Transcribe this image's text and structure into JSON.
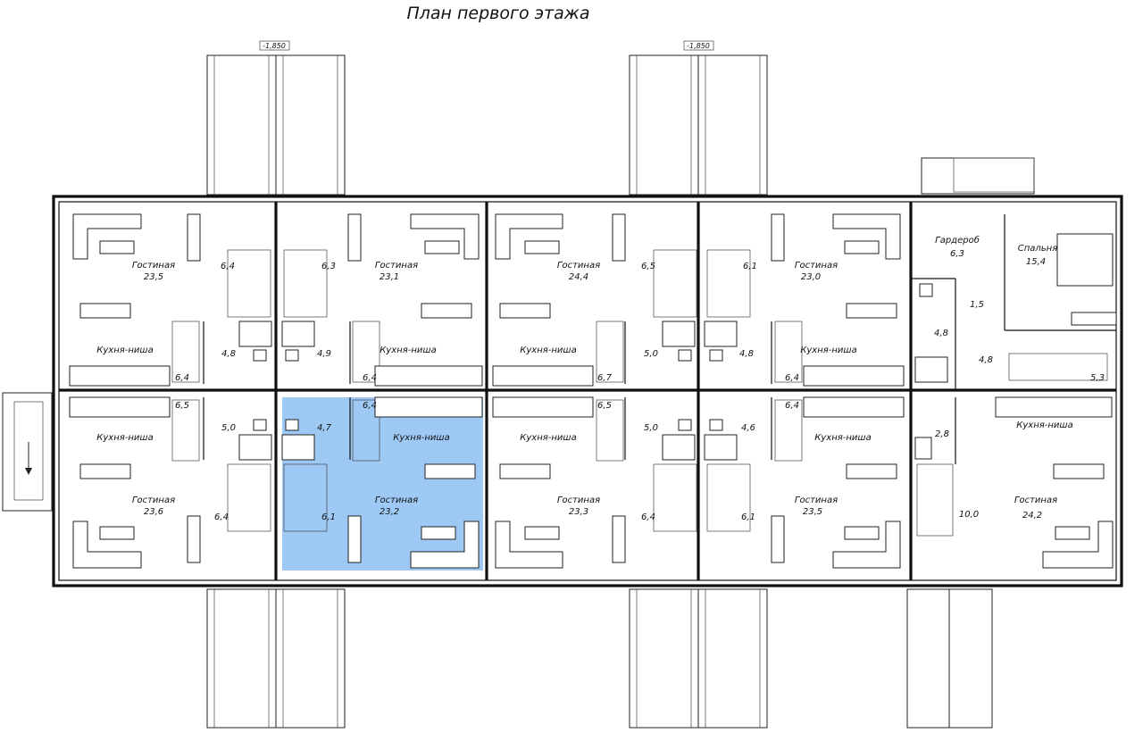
{
  "title": "План первого этажа",
  "levels": [
    "-1,850",
    "-1,850"
  ],
  "highlight_color": "#9ec9f5",
  "units": [
    {
      "name": "Гостиная",
      "area": "23,5"
    },
    {
      "name": "Гостиная",
      "area": "23,1"
    },
    {
      "name": "Гостиная",
      "area": "24,4"
    },
    {
      "name": "Гостиная",
      "area": "23,0"
    },
    {
      "name": "Гостиная",
      "area": "23,6"
    },
    {
      "name": "Гостиная",
      "area": "23,2"
    },
    {
      "name": "Гостиная",
      "area": "23,3"
    },
    {
      "name": "Гостиная",
      "area": "23,5"
    },
    {
      "name": "Гостиная",
      "area": "24,2"
    }
  ],
  "kitchens": [
    "Кухня-ниша",
    "Кухня-ниша",
    "Кухня-ниша",
    "Кухня-ниша",
    "Кухня-ниша",
    "Кухня-ниша",
    "Кухня-ниша",
    "Кухня-ниша",
    "Кухня-ниша"
  ],
  "side_rooms": {
    "wardrobe": {
      "name": "Гардероб",
      "area": "6,3"
    },
    "bedroom": {
      "name": "Спальня",
      "area": "15,4"
    }
  },
  "small_areas": [
    "6,4",
    "6,3",
    "6,5",
    "6,1",
    "4,8",
    "4,9",
    "5,0",
    "4,8",
    "6,4",
    "6,4",
    "6,7",
    "6,4",
    "6,5",
    "6,4",
    "6,5",
    "6,4",
    "5,0",
    "4,7",
    "5,0",
    "4,6",
    "6,4",
    "6,1",
    "6,4",
    "6,1",
    "1,5",
    "4,8",
    "4,8",
    "5,3",
    "2,8",
    "10,0"
  ]
}
